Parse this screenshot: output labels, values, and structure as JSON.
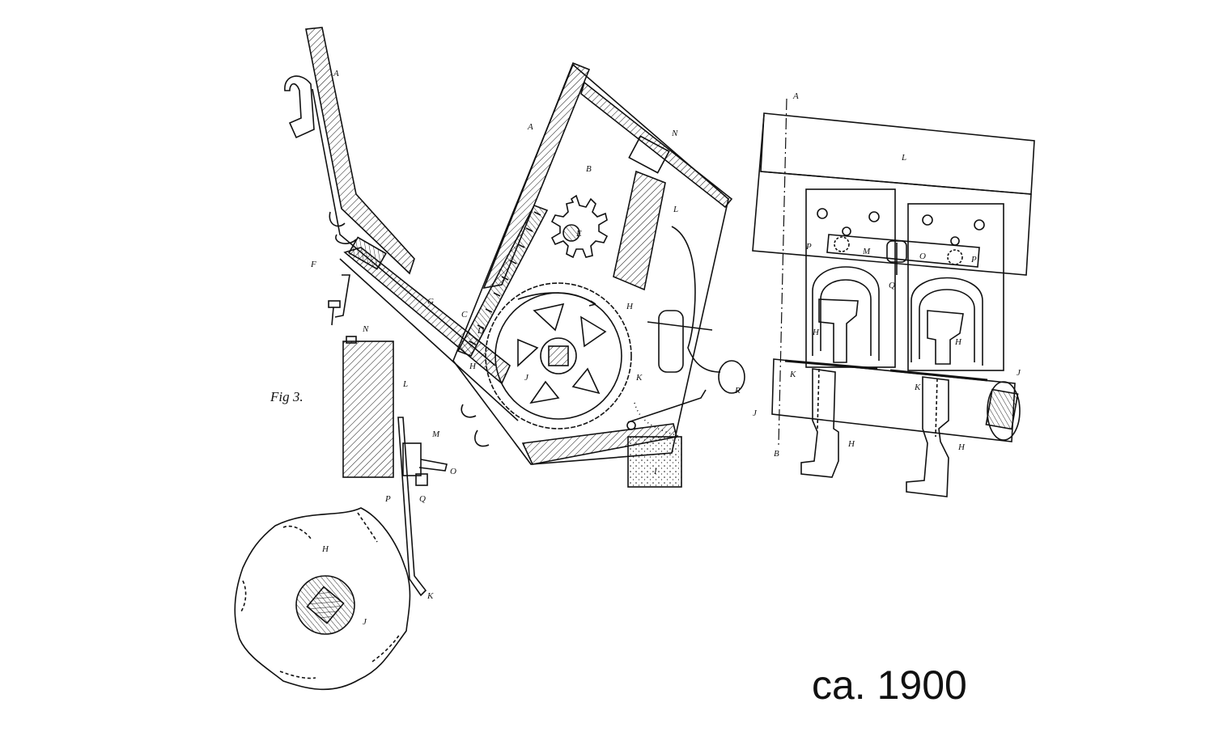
{
  "figure_label": "Fig 3.",
  "date_caption": "ca. 1900",
  "ink_color": "#111111",
  "paper_color": "#ffffff",
  "labels": {
    "left": {
      "A": "A",
      "F": "F",
      "G": "G",
      "N": "N",
      "L": "L",
      "M": "M",
      "O": "O",
      "P": "P",
      "Q": "Q",
      "H": "H",
      "J": "J",
      "K": "K"
    },
    "middle": {
      "A": "A",
      "B": "B",
      "E": "E",
      "N": "N",
      "L": "L",
      "C": "C",
      "D": "D",
      "H_top": "H",
      "H_left": "H",
      "J": "J",
      "K": "K",
      "R": "R",
      "I": "I"
    },
    "right": {
      "A": "A",
      "B": "B",
      "L": "L",
      "P_left": "P",
      "M": "M",
      "O": "O",
      "P_right": "P",
      "Q": "Q",
      "H_left": "H",
      "H_right": "H",
      "K_left": "K",
      "K_right": "K",
      "J_left": "J",
      "J_right": "J",
      "H_foot_left": "H",
      "H_foot_right": "H"
    }
  }
}
